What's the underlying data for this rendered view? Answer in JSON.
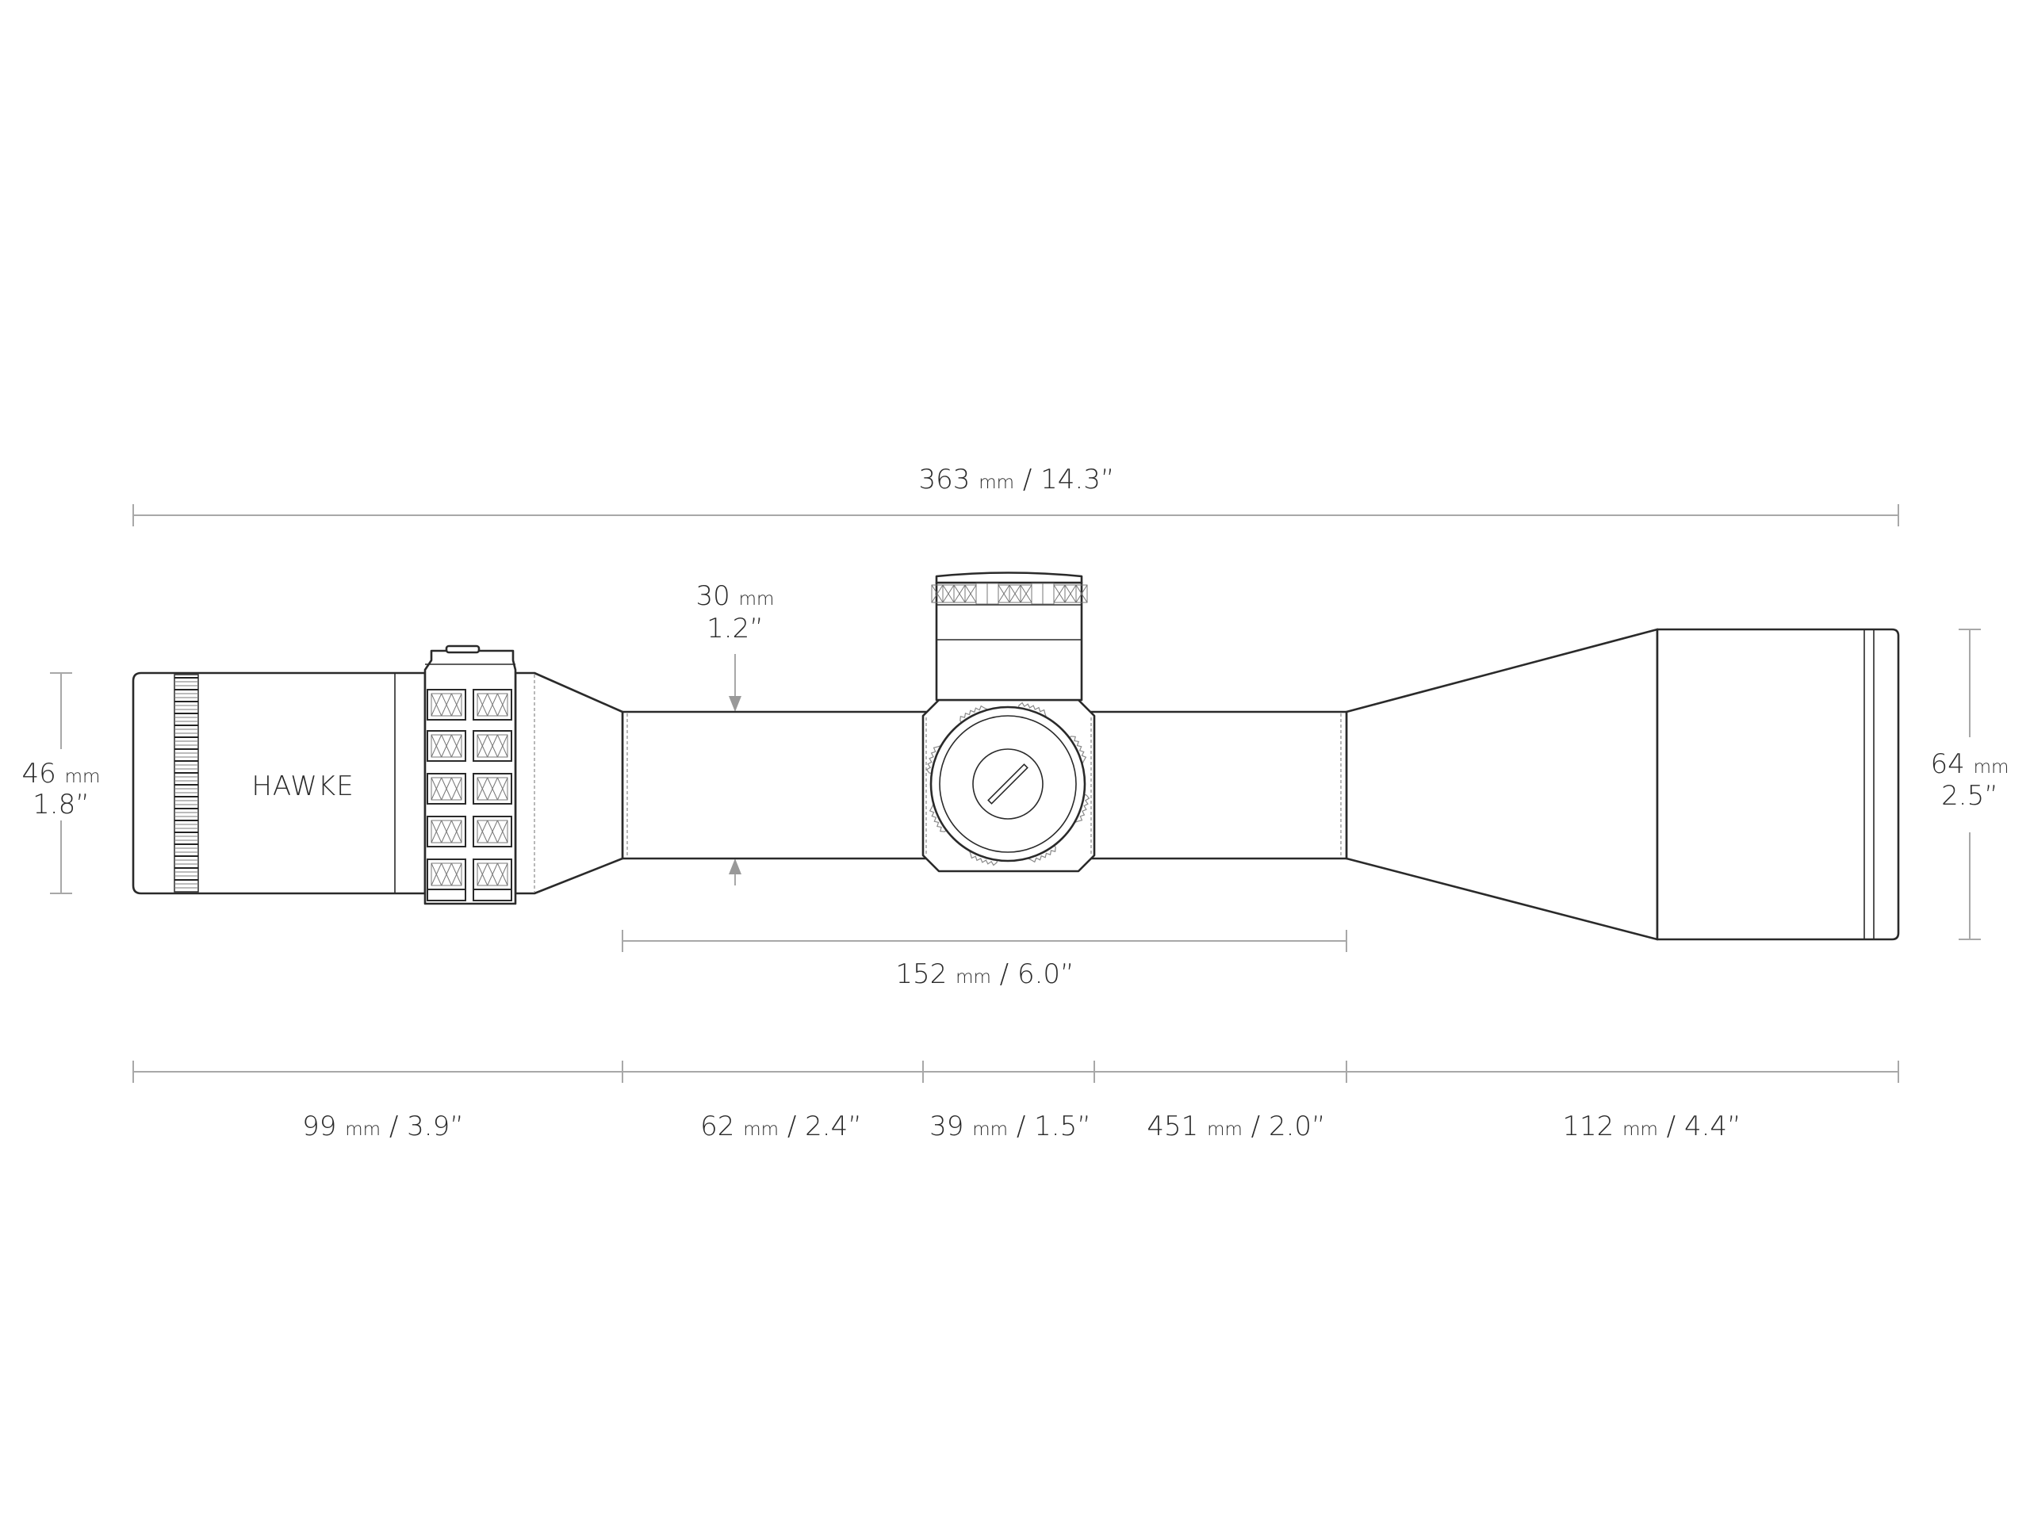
{
  "brand": "HAWKE",
  "colors": {
    "outline": "#2a2a2a",
    "dimension_line": "#a8a8a8",
    "background": "#ffffff"
  },
  "dimensions": {
    "overall_length": {
      "value": "363",
      "unit": "mm",
      "imperial": " / 14.3”"
    },
    "tube_diameter": {
      "value": "30",
      "unit": "mm",
      "imperial": "1.2”"
    },
    "eyepiece_diameter": {
      "value": "46",
      "unit": "mm",
      "imperial": "1.8”"
    },
    "objective_diameter": {
      "value": "64",
      "unit": "mm",
      "imperial": "2.5”"
    },
    "mounting_length": {
      "value": "152",
      "unit": "mm",
      "imperial": " / 6.0”"
    },
    "segments": [
      {
        "value": "99",
        "unit": "mm",
        "imperial": " / 3.9”"
      },
      {
        "value": "62",
        "unit": "mm",
        "imperial": " / 2.4”"
      },
      {
        "value": "39",
        "unit": "mm",
        "imperial": " / 1.5”"
      },
      {
        "value": "451",
        "unit": "mm",
        "imperial": " / 2.0”"
      },
      {
        "value": "112",
        "unit": "mm",
        "imperial": " / 4.4”"
      }
    ]
  }
}
